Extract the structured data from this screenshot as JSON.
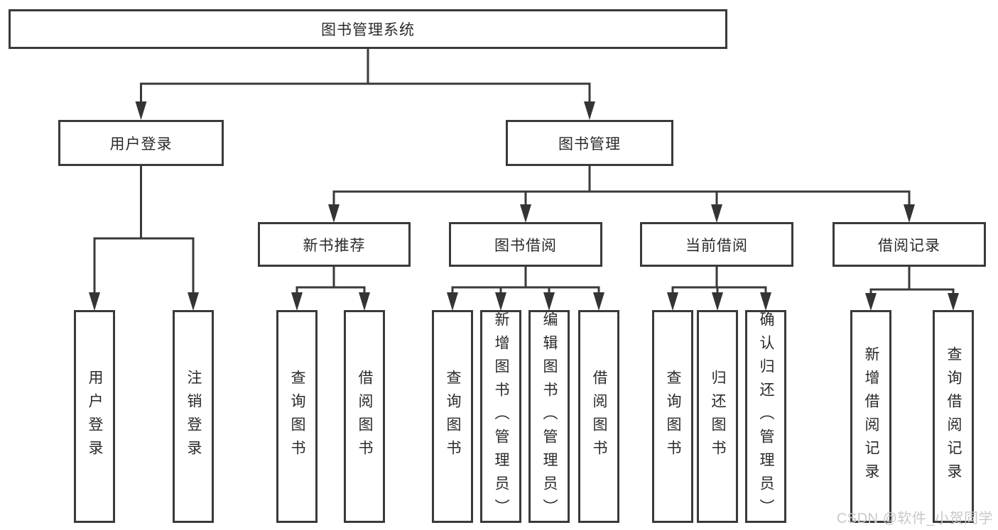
{
  "styles": {
    "line_color": "#3a3a3a",
    "arrow_color": "#343434",
    "text_color": "#2a2a2a",
    "box_background": "#ffffff",
    "page_background": "#ffffff",
    "watermark_color": "#c6c9cc"
  },
  "tree": {
    "root": {
      "label": "图书管理系统"
    },
    "branches": [
      {
        "label": "用户登录",
        "children": [
          {
            "label": "用户登录"
          },
          {
            "label": "注销登录"
          }
        ]
      },
      {
        "label": "图书管理",
        "children": [
          {
            "label": "新书推荐",
            "children": [
              {
                "label": "查询图书"
              },
              {
                "label": "借阅图书"
              }
            ]
          },
          {
            "label": "图书借阅",
            "children": [
              {
                "label": "查询图书"
              },
              {
                "label": "新增图书（管理员）"
              },
              {
                "label": "编辑图书（管理员）"
              },
              {
                "label": "借阅图书"
              }
            ]
          },
          {
            "label": "当前借阅",
            "children": [
              {
                "label": "查询图书"
              },
              {
                "label": "归还图书"
              },
              {
                "label": "确认归还（管理员）"
              }
            ]
          },
          {
            "label": "借阅记录",
            "children": [
              {
                "label": "新增借阅记录"
              },
              {
                "label": "查询借阅记录"
              }
            ]
          }
        ]
      }
    ]
  },
  "watermark": {
    "text": "CSDN @软件_小贺同学"
  }
}
